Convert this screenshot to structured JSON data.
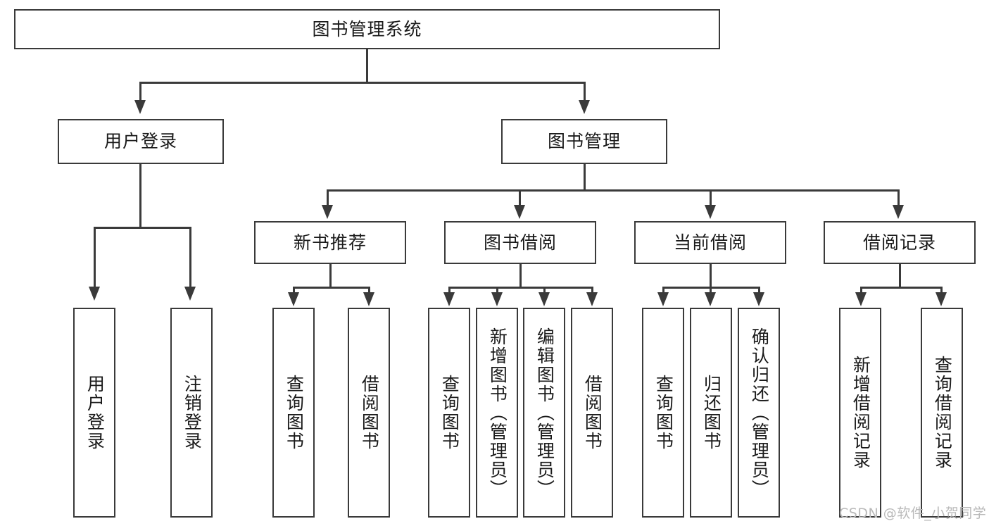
{
  "diagram": {
    "type": "tree-hierarchy-diagram",
    "title": "图书管理系统",
    "root": {
      "label": "图书管理系统"
    },
    "level2": [
      {
        "label": "用户登录"
      },
      {
        "label": "图书管理"
      }
    ],
    "level3": [
      {
        "label": "新书推荐"
      },
      {
        "label": "图书借阅"
      },
      {
        "label": "当前借阅"
      },
      {
        "label": "借阅记录"
      }
    ],
    "leaves": {
      "user_login": [
        {
          "label": "用户登录"
        },
        {
          "label": "注销登录"
        }
      ],
      "new_book_recommend": [
        {
          "label": "查询图书"
        },
        {
          "label": "借阅图书"
        }
      ],
      "book_borrow": [
        {
          "label": "查询图书"
        },
        {
          "label": "新增图书（管理员）"
        },
        {
          "label": "编辑图书（管理员）"
        },
        {
          "label": "借阅图书"
        }
      ],
      "current_borrow": [
        {
          "label": "查询图书"
        },
        {
          "label": "归还图书"
        },
        {
          "label": "确认归还（管理员）"
        }
      ],
      "borrow_record": [
        {
          "label": "新增借阅记录"
        },
        {
          "label": "查询借阅记录"
        }
      ]
    }
  },
  "watermark": {
    "text": "CSDN @软件_小贺同学"
  },
  "colors": {
    "stroke": "#3a3a3a",
    "background": "#ffffff",
    "text": "#1a1a1a",
    "watermark": "#b9b9b9"
  }
}
